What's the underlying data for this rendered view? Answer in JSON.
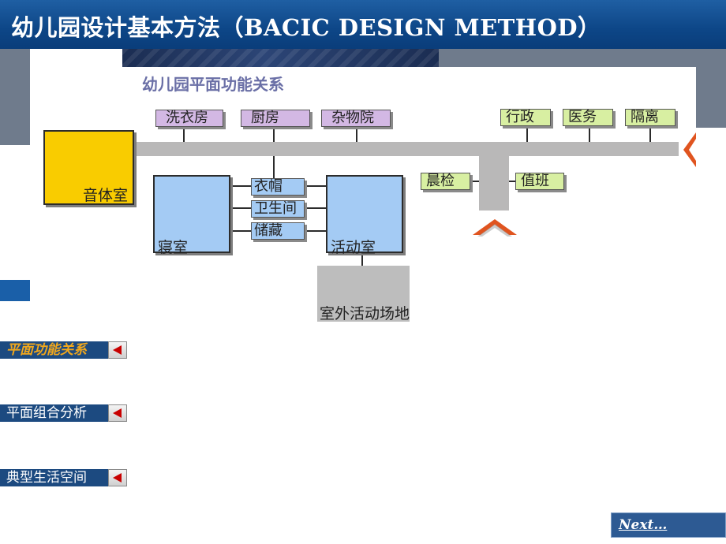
{
  "header": {
    "title": "幼儿园设计基本方法（BACIC DESIGN METHOD）"
  },
  "diagram": {
    "subtitle": "幼儿园平面功能关系",
    "service_rooms": [
      "洗衣房",
      "厨房",
      "杂物院"
    ],
    "admin_rooms": [
      "行政",
      "医务",
      "隔离"
    ],
    "music_room": "音体室",
    "morning_check": "晨检",
    "duty": "值班",
    "bedroom": "寝室",
    "activity_room": "活动室",
    "connectors": [
      "衣帽",
      "卫生间",
      "储藏"
    ],
    "outdoor": "室外活动场地",
    "colors": {
      "service": "#d3b8e4",
      "admin": "#d8efa2",
      "room": "#a4cbf4",
      "music": "#f9cc00",
      "corridor": "#b9b8b8",
      "outdoor": "#bdbdbd",
      "arrow": "#e0541f"
    }
  },
  "nav": {
    "items": [
      {
        "label": "平面功能关系",
        "active": true
      },
      {
        "label": "平面组合分析",
        "active": false
      },
      {
        "label": "典型生活空间",
        "active": false
      }
    ],
    "arrow_icon": "left-triangle-icon"
  },
  "footer": {
    "next_label": "Next…"
  }
}
